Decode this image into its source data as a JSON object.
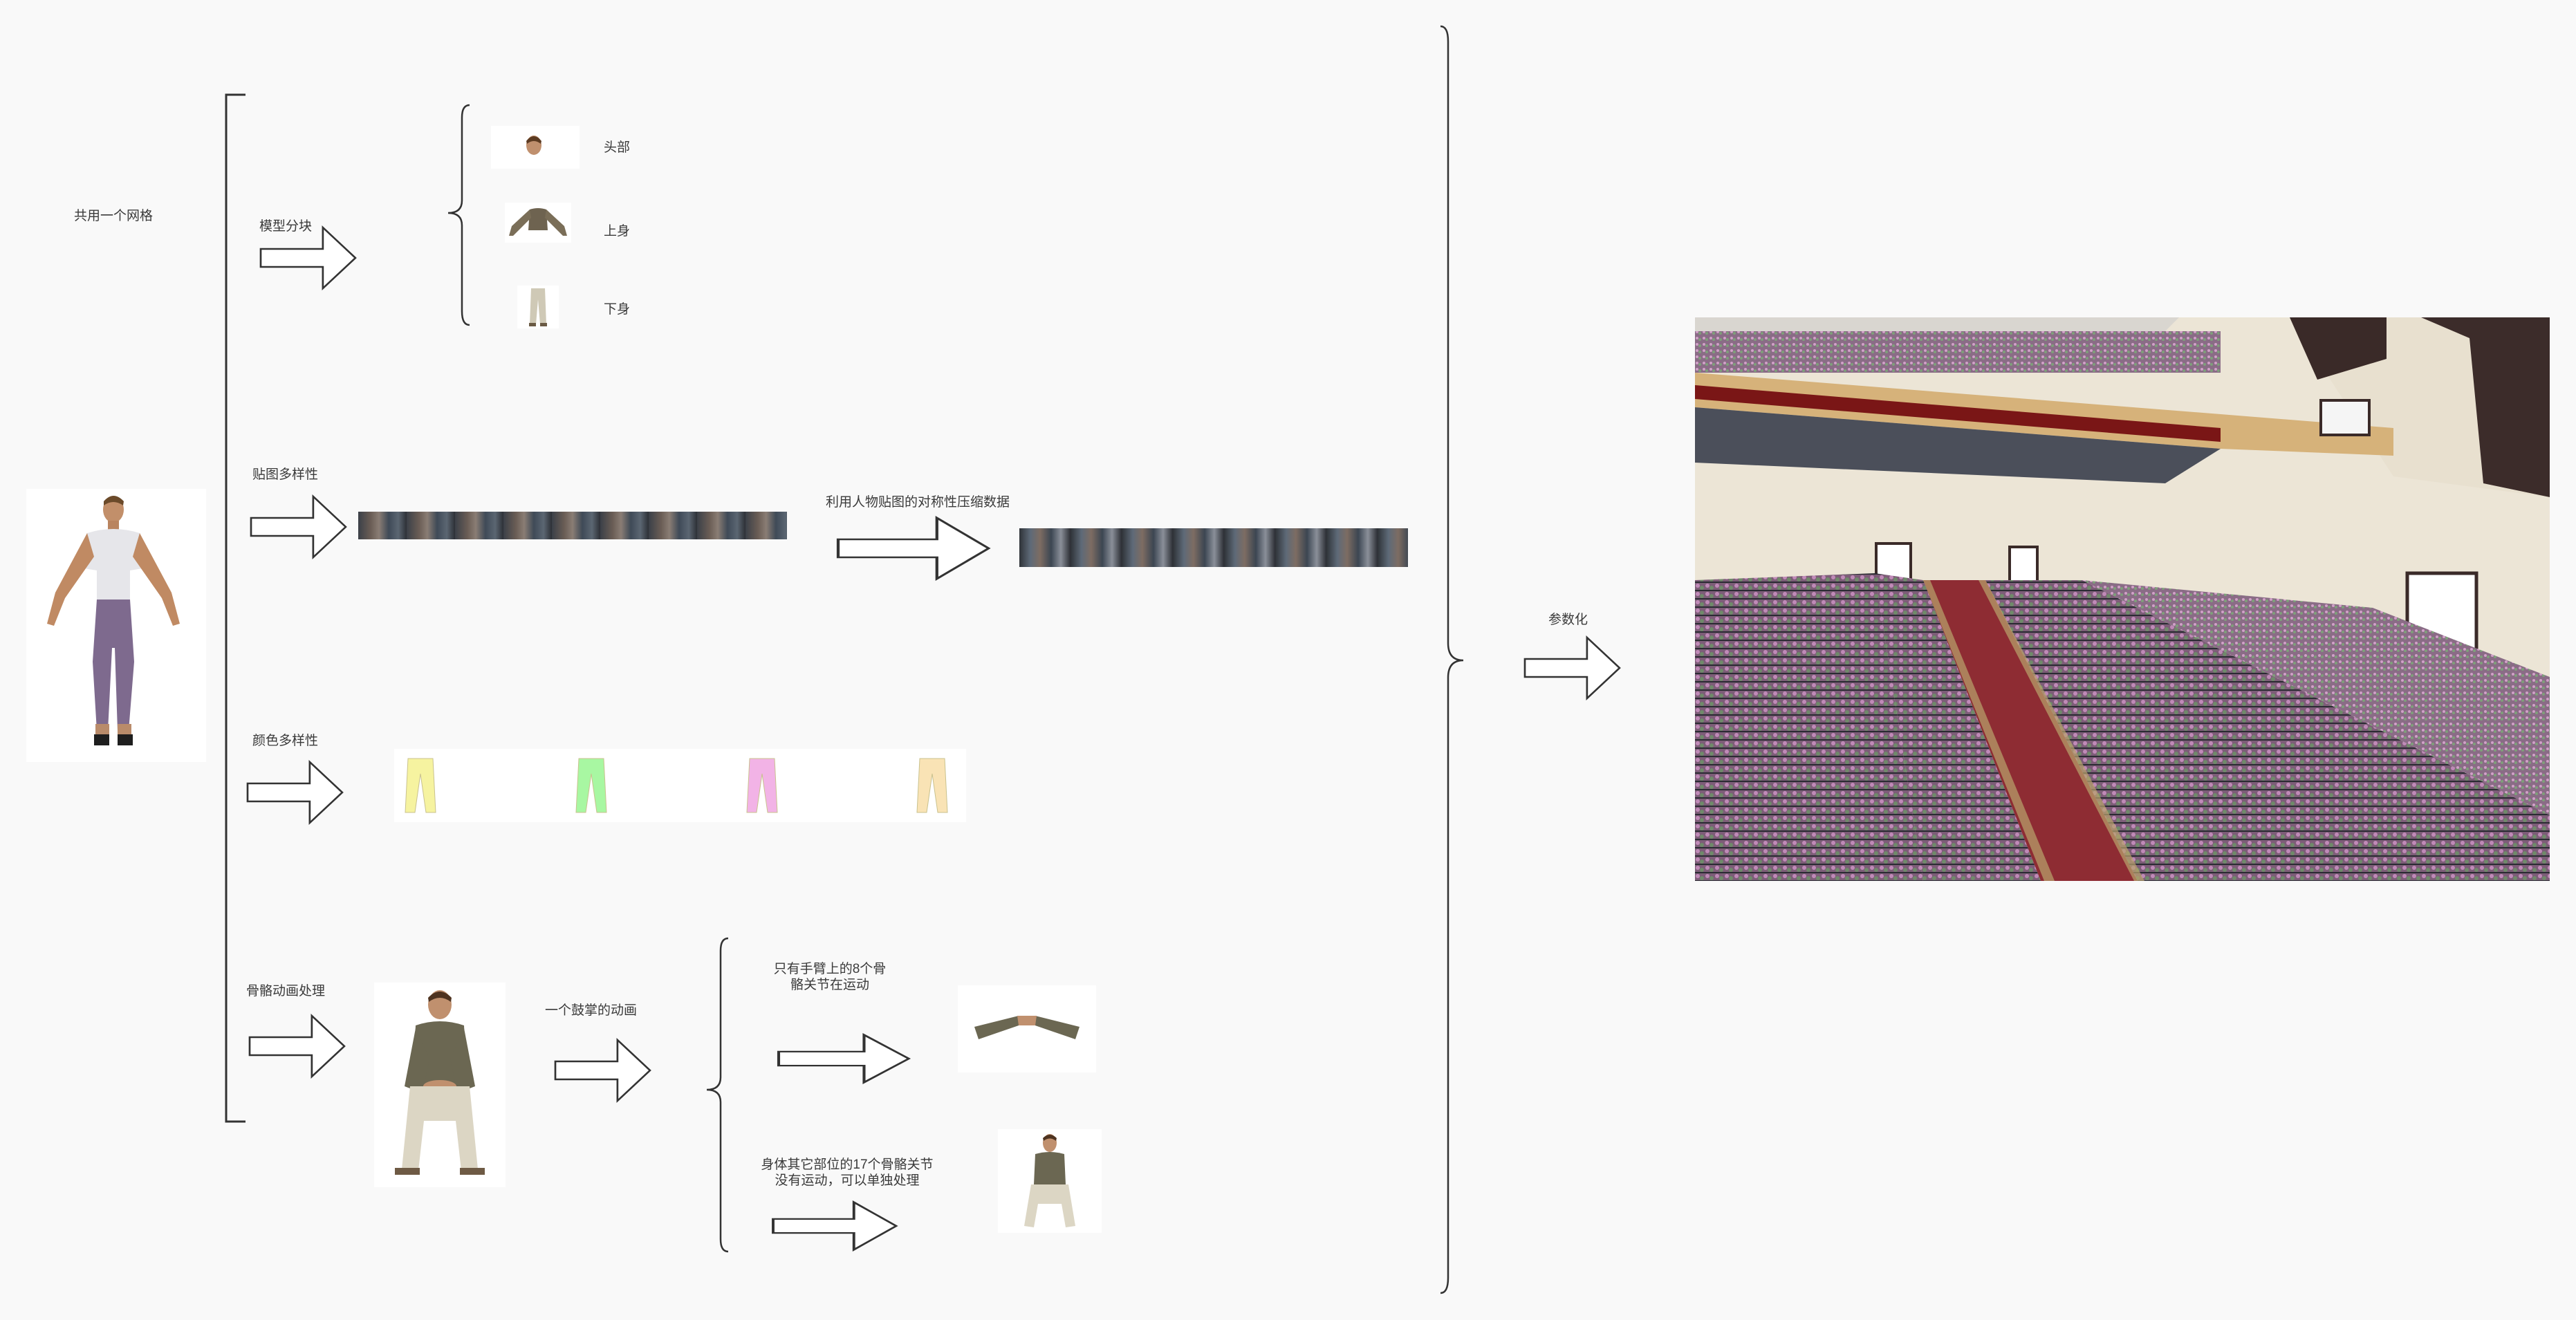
{
  "labels": {
    "shared_mesh": "共用一个网格",
    "model_split": "模型分块",
    "head": "头部",
    "upper_body": "上身",
    "lower_body": "下身",
    "texture_diversity": "贴图多样性",
    "symmetry_compress": "利用人物贴图的对称性压缩数据",
    "color_diversity": "颜色多样性",
    "skeleton_anim": "骨骼动画处理",
    "clap_anim": "一个鼓掌的动画",
    "arm_joints_line1": "只有手臂上的8个骨",
    "arm_joints_line2": "骼关节在运动",
    "other_joints_line1": "身体其它部位的17个骨骼关节",
    "other_joints_line2": "没有运动，可以单独处理",
    "parameterize": "参数化"
  },
  "pants_colors": [
    "#f6f3a0",
    "#a8f7a2",
    "#f2b3e6",
    "#f9e3b5"
  ],
  "colors": {
    "stroke": "#333333",
    "background": "#f9f9f9"
  }
}
